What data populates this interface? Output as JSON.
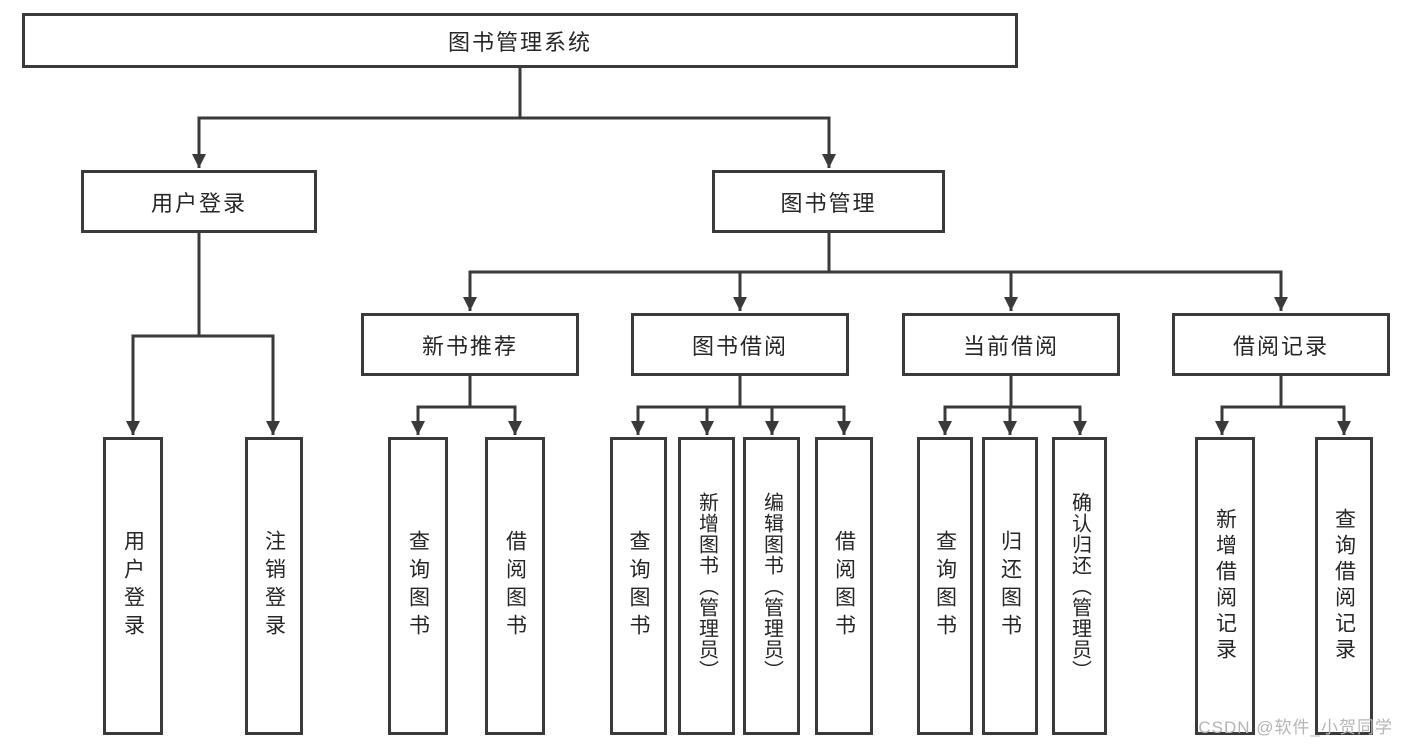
{
  "diagram": {
    "title": "图书管理系统",
    "watermark": "CSDN @软件_小贺同学",
    "colors": {
      "line": "#3a3a3a",
      "box_border": "#3a3a3a",
      "box_fill": "#ffffff",
      "text": "#262626",
      "watermark": "#b5b5b5",
      "background": "#ffffff"
    },
    "nodes": {
      "root": {
        "label": "图书管理系统"
      },
      "user_login": {
        "label": "用户登录"
      },
      "book_mgmt": {
        "label": "图书管理"
      },
      "new_books": {
        "label": "新书推荐"
      },
      "book_borrow": {
        "label": "图书借阅"
      },
      "current_borrow": {
        "label": "当前借阅"
      },
      "borrow_records": {
        "label": "借阅记录"
      },
      "leaf_login": {
        "label": "用户登录"
      },
      "leaf_logout": {
        "label": "注销登录"
      },
      "nb_query": {
        "label": "查询图书"
      },
      "nb_borrow": {
        "label": "借阅图书"
      },
      "bb_query": {
        "label": "查询图书"
      },
      "bb_add": {
        "label": "新增图书（管理员）"
      },
      "bb_edit": {
        "label": "编辑图书（管理员）"
      },
      "bb_borrow": {
        "label": "借阅图书"
      },
      "cb_query": {
        "label": "查询图书"
      },
      "cb_return": {
        "label": "归还图书"
      },
      "cb_confirm": {
        "label": "确认归还（管理员）"
      },
      "br_add": {
        "label": "新增借阅记录"
      },
      "br_query": {
        "label": "查询借阅记录"
      }
    },
    "hierarchy": {
      "图书管理系统": {
        "用户登录": [
          "用户登录",
          "注销登录"
        ],
        "图书管理": {
          "新书推荐": [
            "查询图书",
            "借阅图书"
          ],
          "图书借阅": [
            "查询图书",
            "新增图书（管理员）",
            "编辑图书（管理员）",
            "借阅图书"
          ],
          "当前借阅": [
            "查询图书",
            "归还图书",
            "确认归还（管理员）"
          ],
          "借阅记录": [
            "新增借阅记录",
            "查询借阅记录"
          ]
        }
      }
    }
  }
}
